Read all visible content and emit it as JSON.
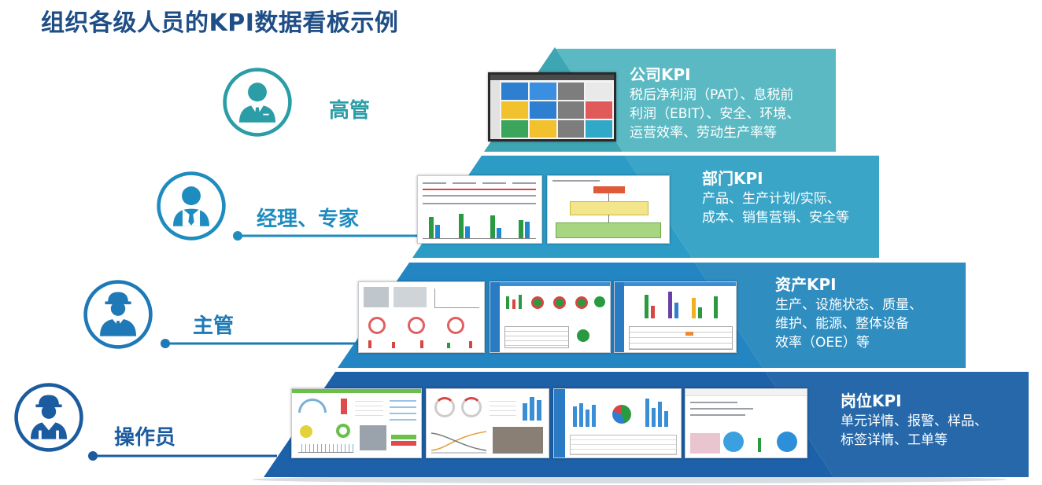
{
  "title": "组织各级人员的KPI数据看板示例",
  "roles": [
    {
      "label": "高管",
      "icon": "executive-icon",
      "color": "#2a9da6"
    },
    {
      "label": "经理、专家",
      "icon": "manager-icon",
      "color": "#1f8cc0"
    },
    {
      "label": "主管",
      "icon": "supervisor-icon",
      "color": "#1e79b6"
    },
    {
      "label": "操作员",
      "icon": "operator-icon",
      "color": "#1b5b9f"
    }
  ],
  "levels": [
    {
      "title": "公司KPI",
      "lines": [
        "税后净利润（PAT）、息税前",
        "利润（EBIT）、安全、环境、",
        "运营效率、劳动生产率等"
      ],
      "color": "#5bb9c3"
    },
    {
      "title": "部门KPI",
      "lines": [
        "产品、生产计划/实际、",
        "成本、销售营销、安全等"
      ],
      "color": "#3ba5c7"
    },
    {
      "title": "资产KPI",
      "lines": [
        "生产、设施状态、质量、",
        "维护、能源、整体设备",
        "效率（OEE）等"
      ],
      "color": "#2f8dc0"
    },
    {
      "title": "岗位KPI",
      "lines": [
        "单元详情、报警、样品、",
        "标签详情、工单等"
      ],
      "color": "#2668aa"
    }
  ],
  "colors": {
    "title": "#1f4e86"
  }
}
